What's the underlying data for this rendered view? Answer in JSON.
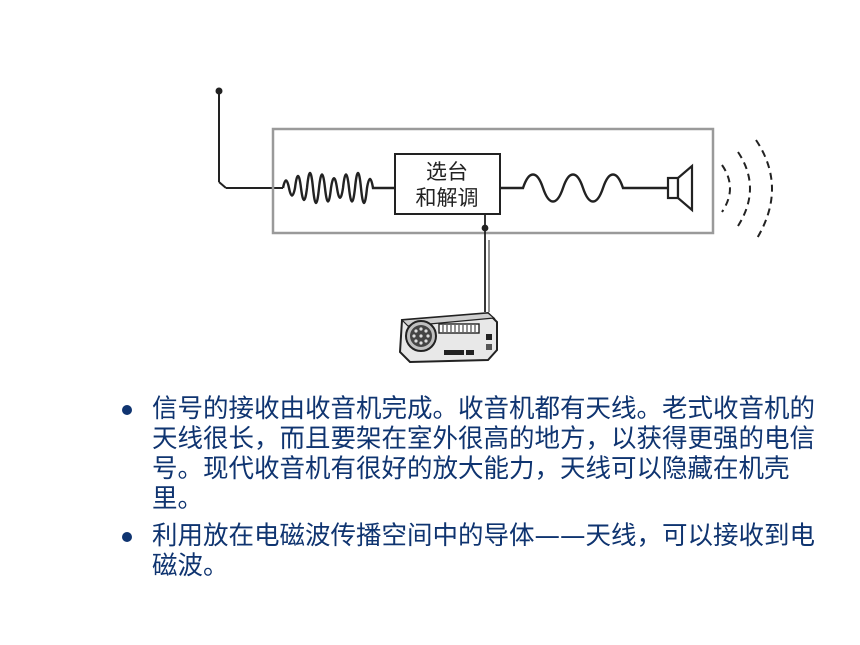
{
  "diagram": {
    "box_label_line1": "选台",
    "box_label_line2": "和解调"
  },
  "bullets": [
    "信号的接收由收音机完成。收音机都有天线。老式收音机的天线很长，而且要架在室外很高的地方，以获得更强的电信号。现代收音机有很好的放大能力，天线可以隐藏在机壳里。",
    "利用放在电磁波传播空间中的导体——天线，可以接收到电磁波。"
  ],
  "colors": {
    "text": "#0f3470",
    "frame": "#9a9a9a",
    "ink": "#222222"
  }
}
